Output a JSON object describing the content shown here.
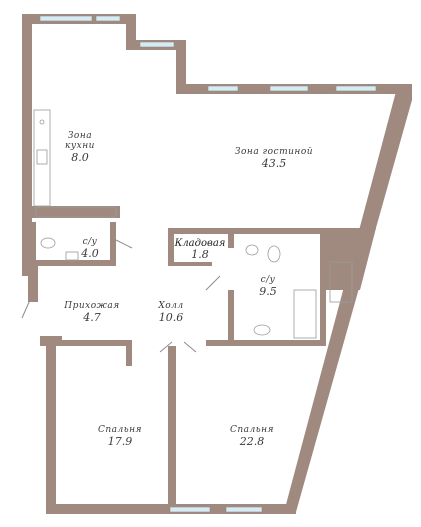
{
  "colors": {
    "wall": "#a08a80",
    "wall_edge": "#7d6a62",
    "window_glass": "#d7ecf2",
    "fixture_line": "#9a9a9a",
    "label_text": "#3a3a3a",
    "background": "#ffffff"
  },
  "rooms": {
    "kitchen": {
      "name": "Зона кухни",
      "area": "8.0"
    },
    "living": {
      "name": "Зона гостиной",
      "area": "43.5"
    },
    "pantry": {
      "name": "Кладовая",
      "area": "1.8"
    },
    "wc_small": {
      "name": "с/у",
      "area": "4.0"
    },
    "bathroom": {
      "name": "с/у",
      "area": "9.5"
    },
    "entrance": {
      "name": "Прихожая",
      "area": "4.7"
    },
    "hall": {
      "name": "Холл",
      "area": "10.6"
    },
    "bedroom_left": {
      "name": "Спальня",
      "area": "17.9"
    },
    "bedroom_right": {
      "name": "Спальня",
      "area": "22.8"
    }
  }
}
